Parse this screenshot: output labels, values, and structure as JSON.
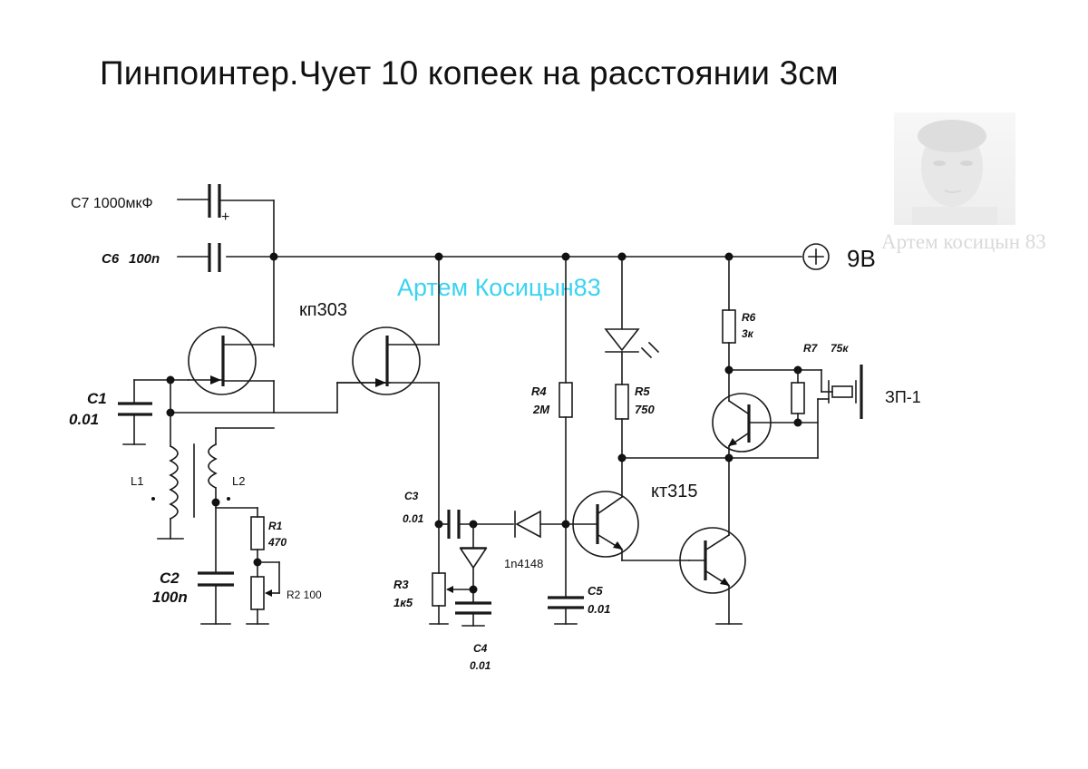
{
  "title": "Пинпоинтер.Чует 10 копеек на расстоянии 3см",
  "watermarks": {
    "center": "Артем Косицын83",
    "corner": "Артем косицын 83"
  },
  "power": {
    "symbol": "+",
    "label": "9В"
  },
  "labels": {
    "c7": "С7 1000мкФ",
    "c7_plus": "+",
    "c6": "C6",
    "c6_value": "100n",
    "c1": "C1",
    "c1_value": "0.01",
    "l1": "L1",
    "l2": "L2",
    "c2": "C2",
    "c2_value": "100n",
    "r1": "R1",
    "r1_value": "470",
    "r2": "R2 100",
    "fet_type": "кп303",
    "c3": "C3",
    "c3_value": "0.01",
    "r3": "R3",
    "r3_value": "1к5",
    "c4": "C4",
    "c4_value": "0.01",
    "diode": "1n4148",
    "r4": "R4",
    "r4_value": "2M",
    "c5": "C5",
    "c5_value": "0.01",
    "r5": "R5",
    "r5_value": "750",
    "bjt_type": "кт315",
    "r6": "R6",
    "r6_value": "3к",
    "r7": "R7",
    "r7_value": "75к",
    "buzzer": "ЗП-1"
  }
}
